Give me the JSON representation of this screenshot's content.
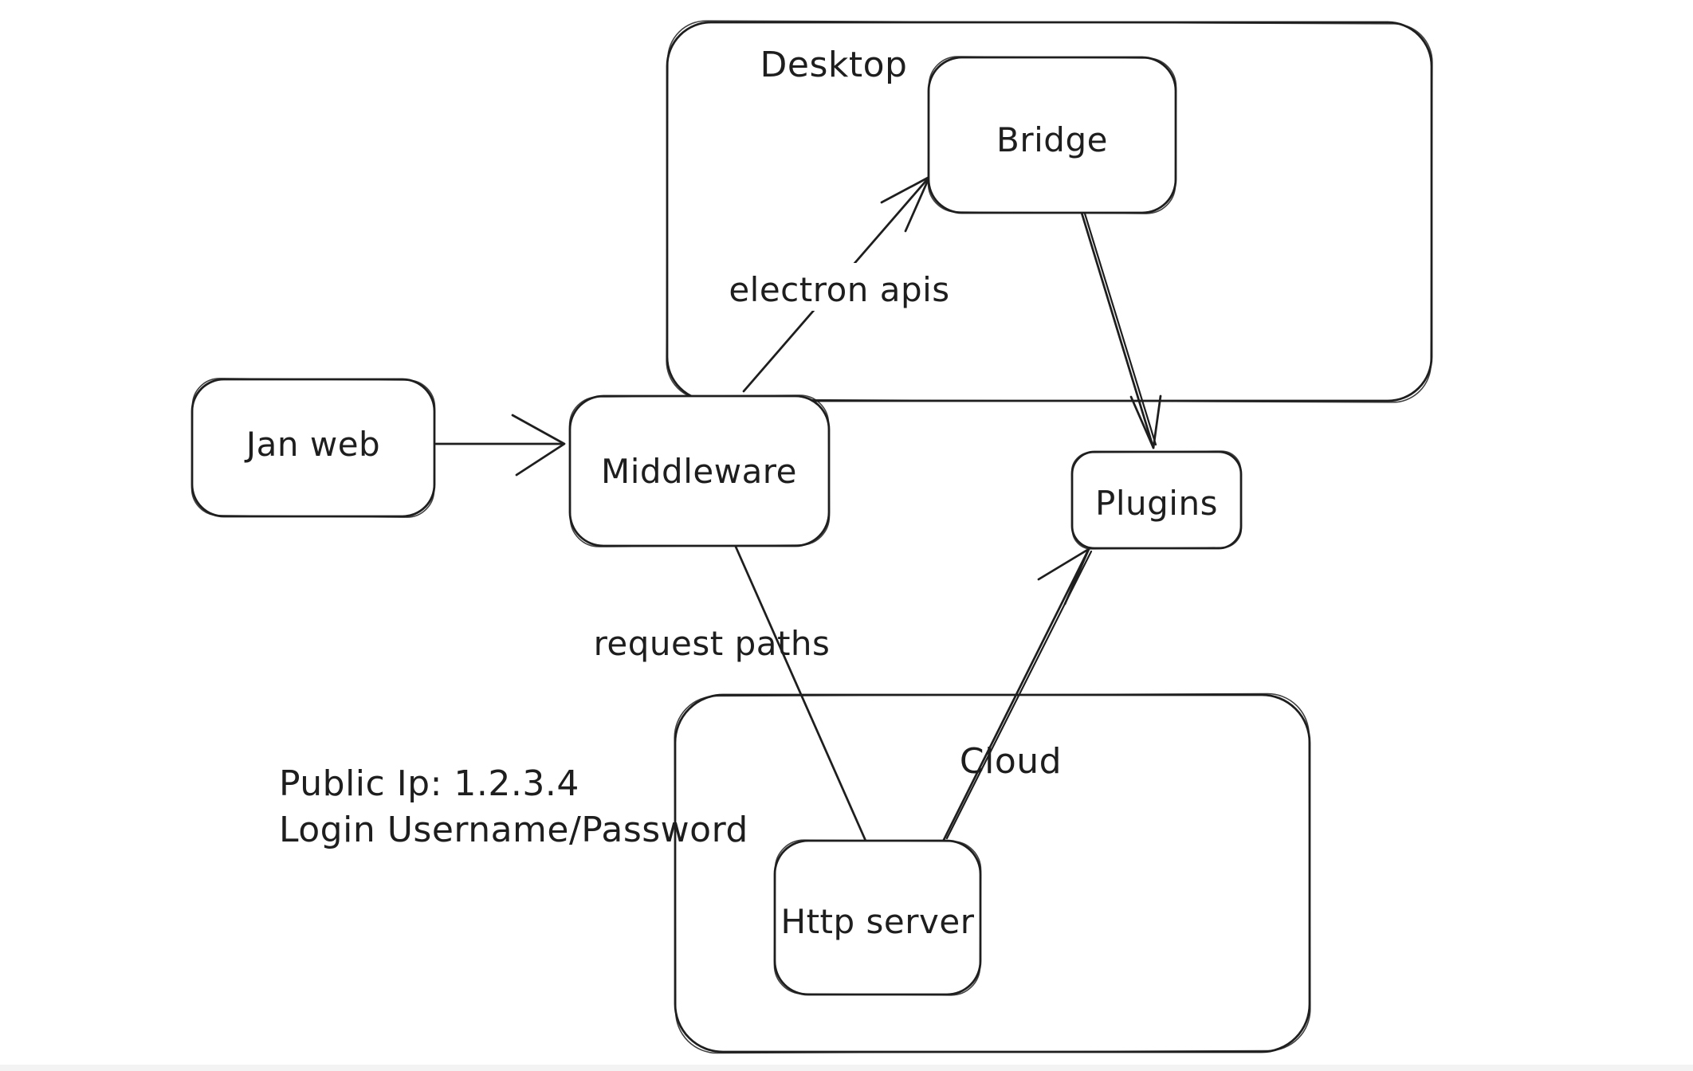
{
  "diagram": {
    "colors": {
      "stroke": "#1e1e1e",
      "background": "#ffffff"
    },
    "containers": [
      {
        "id": "desktop",
        "label": "Desktop"
      },
      {
        "id": "cloud",
        "label": "Cloud"
      }
    ],
    "nodes": [
      {
        "id": "jan-web",
        "label": "Jan web"
      },
      {
        "id": "middleware",
        "label": "Middleware"
      },
      {
        "id": "bridge",
        "label": "Bridge"
      },
      {
        "id": "plugins",
        "label": "Plugins"
      },
      {
        "id": "http-server",
        "label": "Http server"
      }
    ],
    "edges": [
      {
        "id": "janweb-to-middleware",
        "from": "Jan web",
        "to": "Middleware",
        "label": ""
      },
      {
        "id": "middleware-to-bridge",
        "from": "Middleware",
        "to": "Bridge",
        "label": "electron apis"
      },
      {
        "id": "bridge-to-plugins",
        "from": "Bridge",
        "to": "Plugins",
        "label": ""
      },
      {
        "id": "middleware-to-httpserver",
        "from": "Middleware",
        "to": "Http server",
        "label": "request paths"
      },
      {
        "id": "httpserver-to-plugins",
        "from": "Http server",
        "to": "Plugins",
        "label": ""
      }
    ],
    "annotation": {
      "line1": "Public Ip: 1.2.3.4",
      "line2": "Login Username/Password"
    }
  }
}
